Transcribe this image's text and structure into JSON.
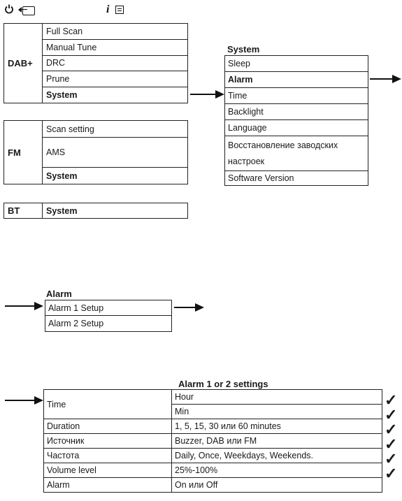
{
  "icons": {
    "power": "power-icon",
    "back": "back-arrow-icon",
    "info": "i",
    "menu": "menu-icon"
  },
  "dab": {
    "label": "DAB+",
    "items": [
      "Full Scan",
      "Manual Tune",
      "DRC",
      "Prune",
      "System"
    ]
  },
  "fm": {
    "label": "FM",
    "items": [
      "Scan setting",
      "AMS",
      "System"
    ]
  },
  "bt": {
    "label": "BT",
    "items": [
      "System"
    ]
  },
  "system_menu": {
    "title": "System",
    "items": [
      "Sleep",
      "Alarm",
      "Time",
      "Backlight",
      "Language",
      "Восстановление заводских",
      "настроек",
      "Software Version"
    ]
  },
  "alarm_menu": {
    "title": "Alarm",
    "items": [
      "Alarm 1 Setup",
      "Alarm 2 Setup"
    ]
  },
  "settings": {
    "title": "Alarm 1 or 2 settings",
    "time_label": "Time",
    "hour": "Hour",
    "min": "Min",
    "rows": [
      {
        "name": "Duration",
        "value": "1, 5, 15, 30 или 60 minutes"
      },
      {
        "name": "Источник",
        "value": "Buzzer, DAB или FM"
      },
      {
        "name": "Частота",
        "value": "Daily, Once, Weekdays, Weekends."
      },
      {
        "name": "Volume level",
        "value": "25%-100%"
      },
      {
        "name": "Alarm",
        "value": "On или Off"
      }
    ],
    "check_mark": "✓"
  }
}
